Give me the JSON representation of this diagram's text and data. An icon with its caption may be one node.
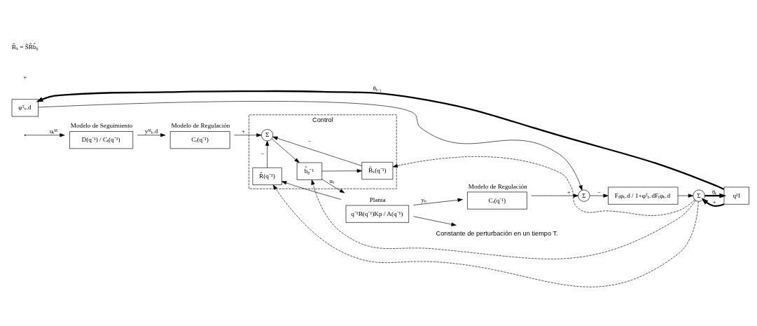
{
  "diagram": {
    "nodes": [
      {
        "text": [
          "Control"
        ]
      },
      {
        "text": [
          "D(q⁻¹) / Cₜ(q⁻¹)"
        ],
        "beside": [
          "Modelo de Seguimiento"
        ]
      },
      {
        "text": [
          "Cᵣ(q⁻¹)"
        ],
        "beside": [
          "Modelo de Regulación"
        ]
      },
      {
        "text": [
          "Σ"
        ],
        "in": 0
      },
      {
        "text": [
          "b̂₀⁻¹"
        ],
        "in": 0
      },
      {
        "text": [
          "B̂ₛ(q⁻¹)"
        ],
        "in": 0
      },
      {
        "text": [
          "R̂(q⁻¹)"
        ],
        "in": 0
      },
      {
        "text": [
          "q⁻¹B(q⁻¹)Kp / A(q⁻¹)"
        ],
        "beside": [
          "Planta"
        ]
      },
      {
        "text": [
          "Cᵣ(q⁻¹)"
        ],
        "beside": [
          "Modelo de Regulación"
        ]
      },
      {
        "text": [
          "Σ"
        ]
      },
      {
        "text": [
          "Fₜφₜ₋d / 1+φᵀₜ₋dFₜφₜ₋d"
        ]
      },
      {
        "text": [
          "Σ"
        ]
      },
      {
        "text": [
          "q¹I"
        ]
      },
      {
        "text": [
          "φᵀₜ₋d"
        ]
      },
      {
        "text": [
          "Constante de perturbación en un tiempo T."
        ]
      }
    ],
    "edges": [
      {
        "from": null,
        "to": 1,
        "arrow": "to",
        "label": "uₜᴹ"
      },
      {
        "from": 1,
        "to": 2,
        "arrow": "to",
        "label": "yᴹₜ₋d"
      },
      {
        "from": 2,
        "to": 3,
        "arrow": "to",
        "label": "+"
      },
      {
        "from": 3,
        "to": 4,
        "arrow": "to"
      },
      {
        "from": 4,
        "to": 7,
        "arrow": "to",
        "label": "uₜ"
      },
      {
        "from": 4,
        "to": 5,
        "arrow": "to"
      },
      {
        "from": 5,
        "to": 3,
        "arrow": "to",
        "label": "−"
      },
      {
        "from": 6,
        "to": 3,
        "arrow": "to",
        "label": "−"
      },
      {
        "from": 7,
        "to": 14,
        "arrow": "to"
      },
      {
        "from": 7,
        "to": 8,
        "arrow": "to",
        "label": "yₖ"
      },
      {
        "from": 7,
        "to": 6,
        "arrow": "to"
      },
      {
        "from": 8,
        "to": 9,
        "arrow": "to",
        "label": "+"
      },
      {
        "from": 13,
        "to": 9,
        "arrow": "to"
      },
      {
        "from": 9,
        "to": 10,
        "arrow": "to",
        "label": "−"
      },
      {
        "from": 10,
        "to": 11,
        "arrow": "to"
      },
      {
        "from": 11,
        "to": 12,
        "arrow": "to",
        "style": "thick",
        "label": "θₜ"
      },
      {
        "from": 12,
        "to": 13,
        "arrow": "to",
        "style": "thick",
        "label": "θₜ₋₁"
      },
      {
        "from": 12,
        "to": 11,
        "arrow": "to",
        "style": "thick",
        "label": "+"
      },
      {
        "from": 11,
        "to": 4,
        "arrow": "to",
        "style": "dashed"
      },
      {
        "from": 11,
        "to": 5,
        "arrow": "to",
        "style": "dashed"
      },
      {
        "from": 11,
        "to": 6,
        "arrow": "to",
        "style": "dashed"
      }
    ],
    "labels": [
      "+",
      "B̂ₛ = ŜB̂b̂₀"
    ]
  }
}
